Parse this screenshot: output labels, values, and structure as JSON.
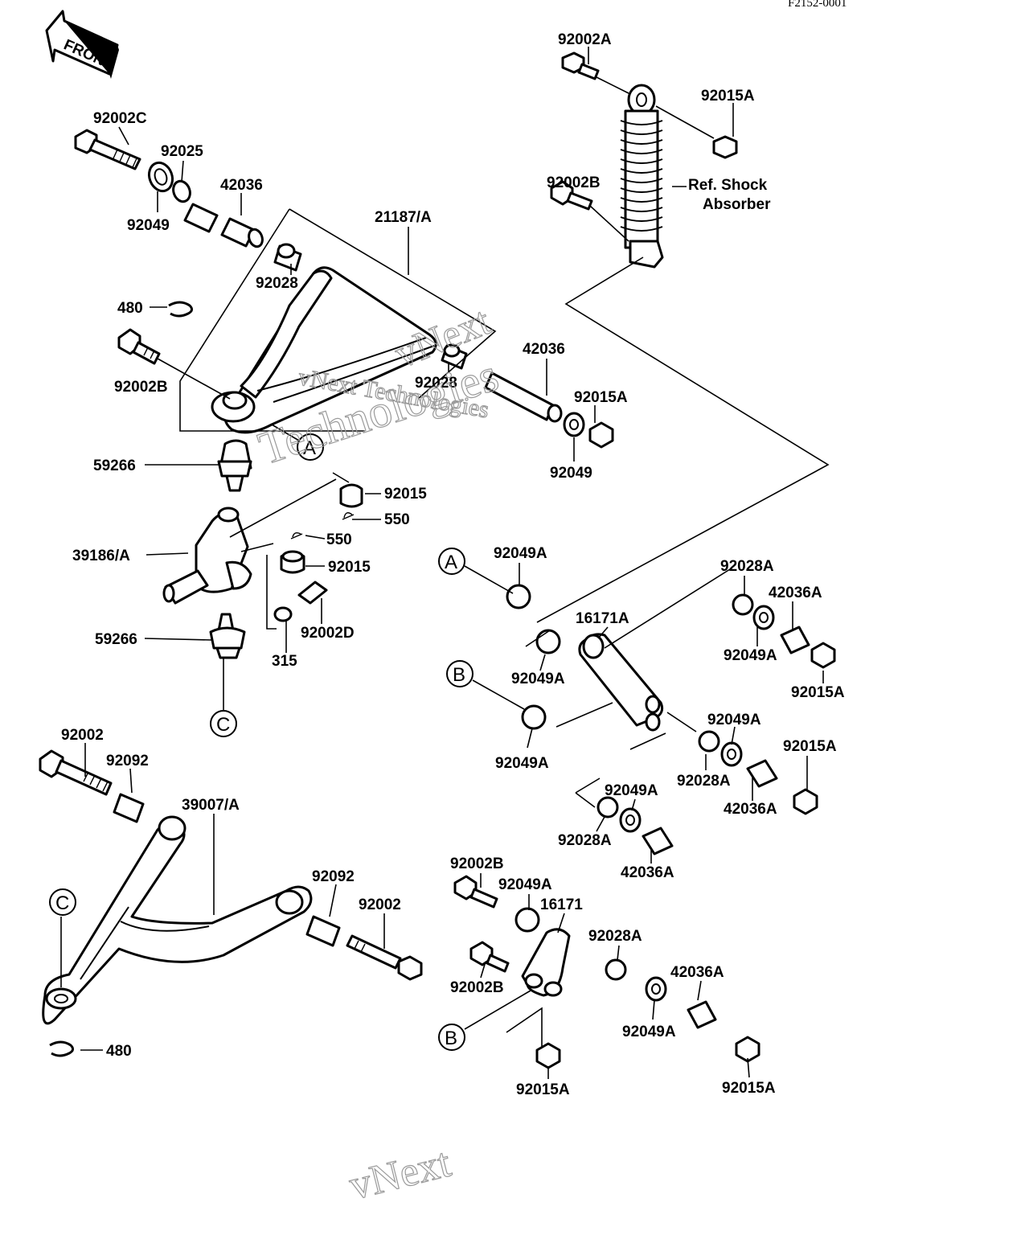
{
  "diagram_code": "F2152-0001",
  "front_label": "FRONT",
  "watermark": [
    "vNext Technologies",
    "vNext",
    "Technologies"
  ],
  "callouts": [
    "A",
    "B",
    "C"
  ],
  "ref_note": {
    "line1": "Ref. Shock",
    "line2": "Absorber"
  },
  "labels": [
    "92002A",
    "92015A",
    "92002C",
    "92025",
    "42036",
    "92049",
    "21187/A",
    "92002B",
    "92028",
    "480",
    "92028",
    "42036",
    "92015A",
    "92049",
    "92002B",
    "59266",
    "92015",
    "550",
    "550",
    "92015",
    "39186/A",
    "315",
    "92002D",
    "59266",
    "92049A",
    "92028A",
    "42036A",
    "16171A",
    "92049A",
    "92049A",
    "92015A",
    "92049A",
    "92049A",
    "92028A",
    "92015A",
    "42036A",
    "92049A",
    "92028A",
    "42036A",
    "92002",
    "92092",
    "39007/A",
    "92092",
    "92002",
    "480",
    "92002B",
    "92049A",
    "16171",
    "92028A",
    "92002B",
    "42036A",
    "92049A",
    "92015A",
    "92015A"
  ]
}
